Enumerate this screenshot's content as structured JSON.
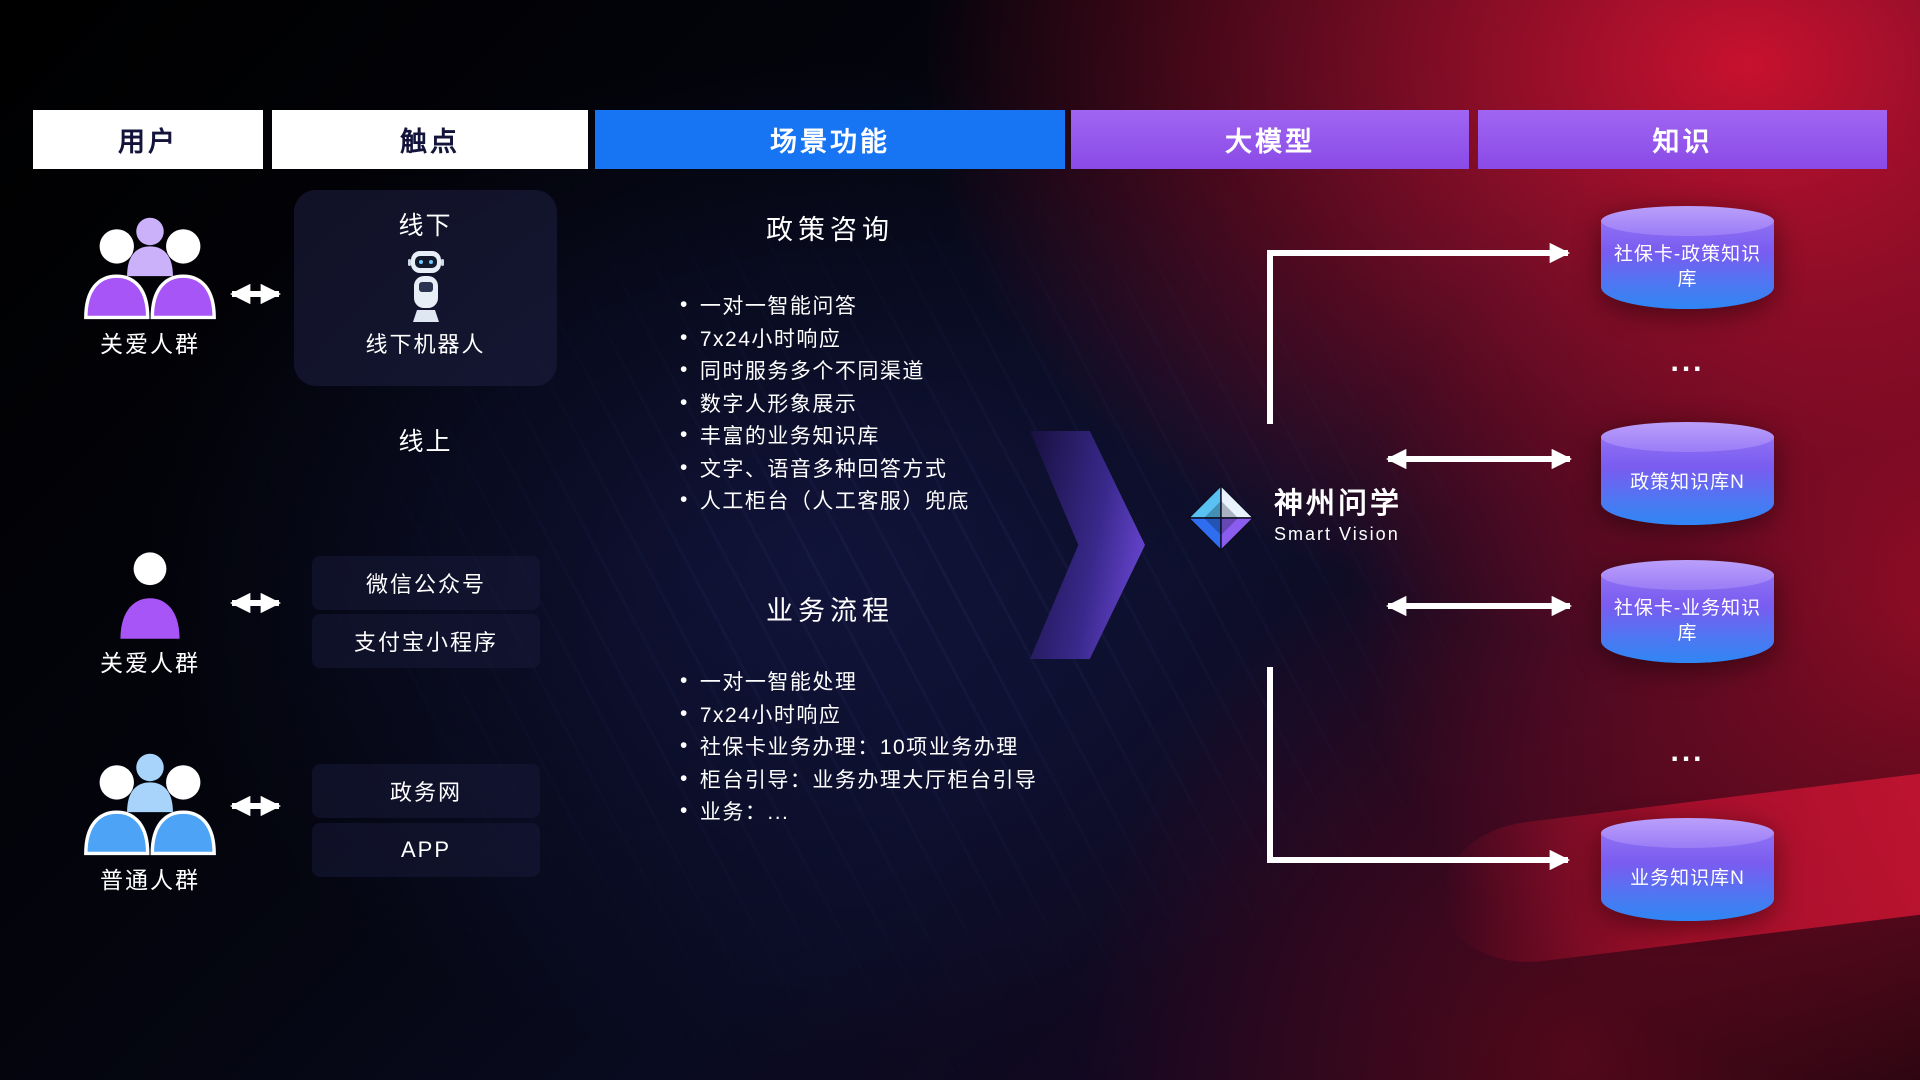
{
  "headers": [
    {
      "label": "用户",
      "variant": "white"
    },
    {
      "label": "触点",
      "variant": "white"
    },
    {
      "label": "场景功能",
      "variant": "blue"
    },
    {
      "label": "大模型",
      "variant": "purple"
    },
    {
      "label": "知识",
      "variant": "purple"
    }
  ],
  "users": [
    {
      "label": "关爱人群",
      "icon": "people-group-icon",
      "color": "#a855f7"
    },
    {
      "label": "关爱人群",
      "icon": "person-icon",
      "color": "#a855f7"
    },
    {
      "label": "普通人群",
      "icon": "people-group-icon",
      "color": "#4da3f5"
    }
  ],
  "touchpoints": {
    "offline_title": "线下",
    "offline_robot_label": "线下机器人",
    "robot_icon": "robot-icon",
    "online_title": "线上",
    "channels": [
      "微信公众号",
      "支付宝小程序",
      "政务网",
      "APP"
    ]
  },
  "scenarios": [
    {
      "title": "政策咨询",
      "items": [
        "一对一智能问答",
        "7x24小时响应",
        "同时服务多个不同渠道",
        "数字人形象展示",
        "丰富的业务知识库",
        "文字、语音多种回答方式",
        "人工柜台（人工客服）兜底"
      ]
    },
    {
      "title": "业务流程",
      "items": [
        "一对一智能处理",
        "7x24小时响应",
        "社保卡业务办理：10项业务办理",
        "柜台引导：业务办理大厅柜台引导",
        "业务：..."
      ]
    }
  ],
  "model": {
    "name": "神州问学",
    "subtitle": "Smart Vision",
    "logo_icon": "diamond-gem-icon"
  },
  "knowledge": {
    "cylinders": [
      "社保卡-政策知识库",
      "政策知识库N",
      "社保卡-业务知识库",
      "业务知识库N"
    ],
    "ellipsis": "..."
  },
  "colors": {
    "header_blue": "#1774f2",
    "header_purple": "#9257ec",
    "cylinder_top": "#bb9ffb",
    "cylinder_purple": "#7a5cf0",
    "cylinder_blue": "#2f86f4",
    "person_purple": "#a855f7",
    "person_blue": "#4da3f5",
    "arrow_white": "#ffffff",
    "background_red": "#b01030",
    "background_navy": "#0a0c22"
  }
}
